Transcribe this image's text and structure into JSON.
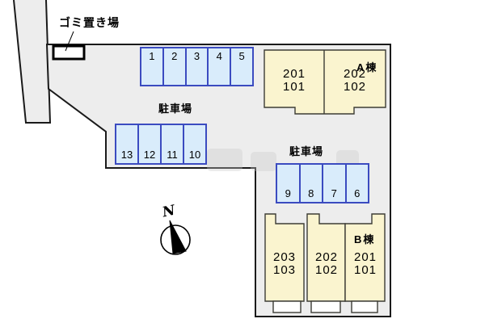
{
  "site": {
    "garbage_label": "ゴミ置き場",
    "north_label": "N"
  },
  "parking": {
    "label_top": "駐車場",
    "label_right": "駐車場",
    "row_top": {
      "spots": [
        "1",
        "2",
        "3",
        "4",
        "5"
      ]
    },
    "row_left": {
      "spots": [
        "13",
        "12",
        "11",
        "10"
      ]
    },
    "row_right": {
      "spots": [
        "9",
        "8",
        "7",
        "6"
      ]
    }
  },
  "buildings": {
    "a": {
      "name": "A棟",
      "units": [
        {
          "upper": "201",
          "lower": "101"
        },
        {
          "upper": "202",
          "lower": "102"
        }
      ]
    },
    "b": {
      "name": "B棟",
      "units": [
        {
          "upper": "203",
          "lower": "103"
        },
        {
          "upper": "202",
          "lower": "102"
        },
        {
          "upper": "201",
          "lower": "101"
        }
      ]
    }
  },
  "colors": {
    "property_fill": "#ededed",
    "outline": "#1a1a1a",
    "parking_fill": "#d9ecfb",
    "parking_border": "#3b4bc0",
    "building_fill": "#faf4cf",
    "building_border": "#3c3c35"
  }
}
